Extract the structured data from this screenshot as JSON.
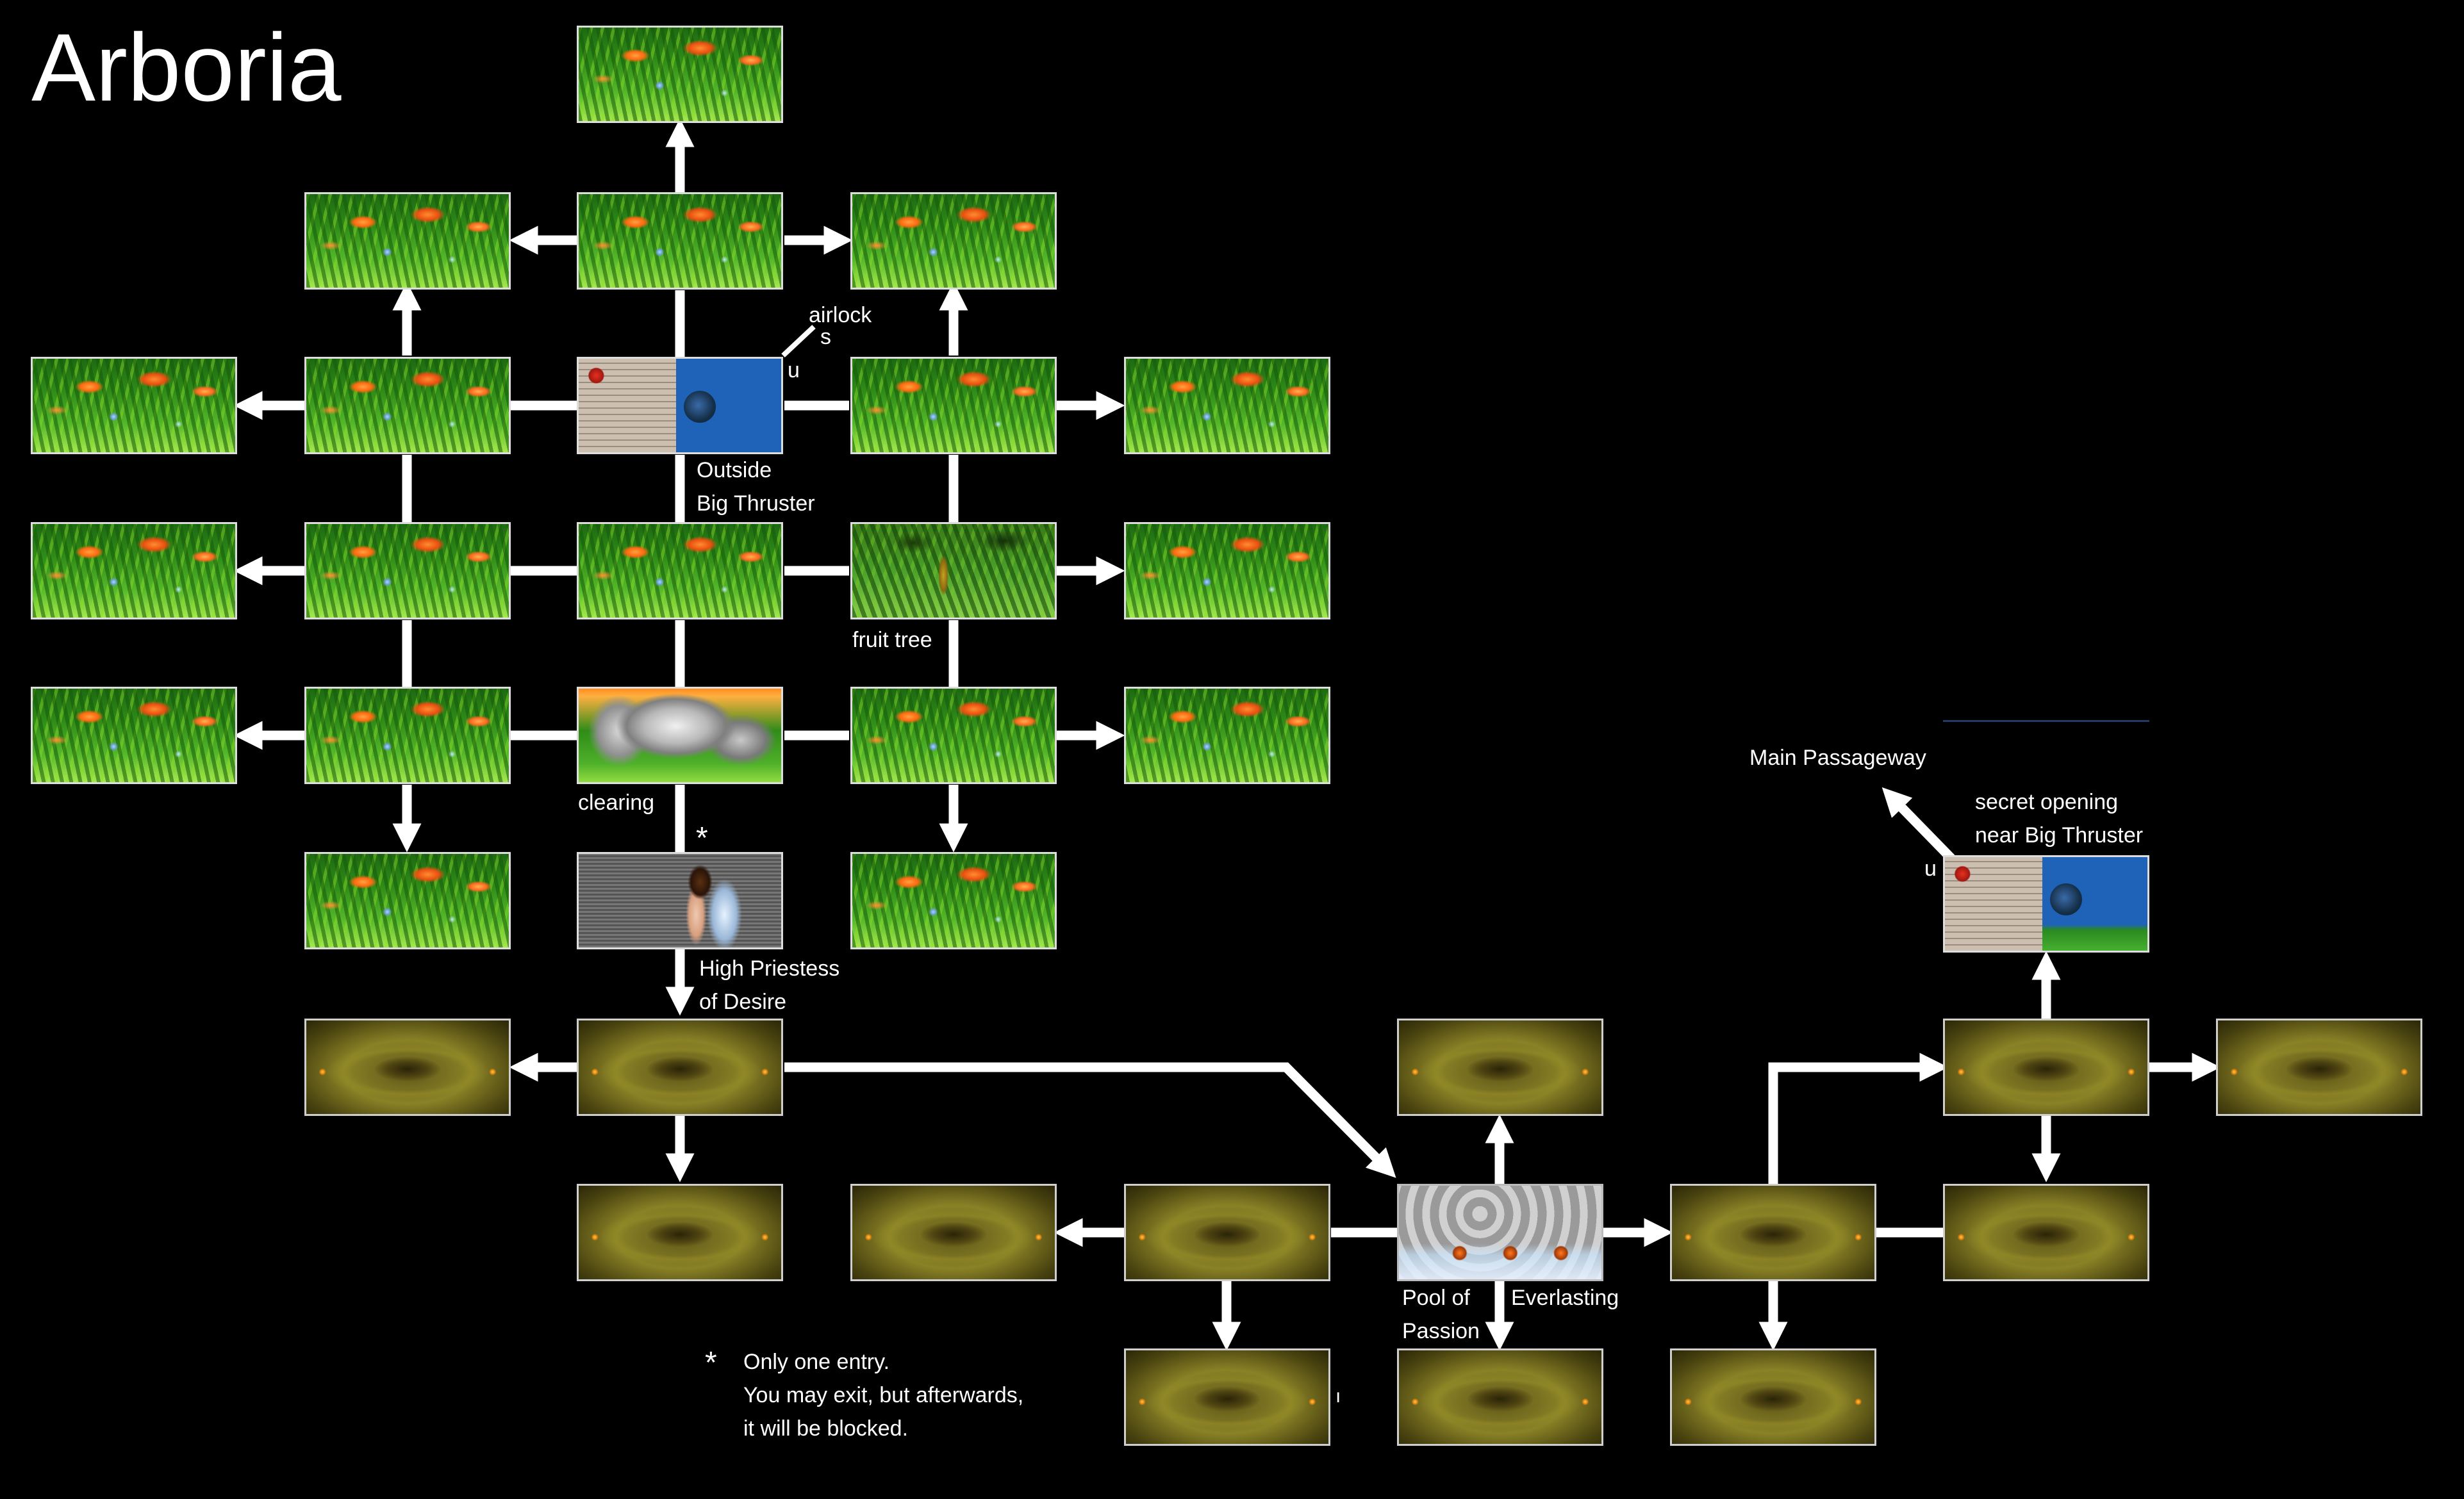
{
  "map": {
    "title": "Arboria",
    "labels": {
      "airlock_a": "airlock",
      "airlock_b": "s",
      "airlock_u": "u",
      "outside_a": "Outside",
      "outside_b": "Big Thruster",
      "fruit_tree": "fruit tree",
      "clearing": "clearing",
      "asterisk": "*",
      "priestess_a": "High Priestess",
      "priestess_b": "of Desire",
      "main_passageway": "Main Passageway",
      "secret_a": "secret opening",
      "secret_b": "near Big Thruster",
      "secret_u": "u",
      "pool_a": "Pool of",
      "pool_b": "Passion",
      "everlasting": "Everlasting",
      "stray_mark": "ı"
    },
    "note": {
      "star": "*",
      "line1": "Only one entry.",
      "line2": "You may exit, but afterwards,",
      "line3": "it will be blocked."
    },
    "rooms": [
      {
        "id": "j-top",
        "type": "jungle"
      },
      {
        "id": "j-r1c1",
        "type": "jungle"
      },
      {
        "id": "j-r1c2",
        "type": "jungle"
      },
      {
        "id": "j-r1c3",
        "type": "jungle"
      },
      {
        "id": "j-r2c0",
        "type": "jungle"
      },
      {
        "id": "j-r2c1",
        "type": "jungle"
      },
      {
        "id": "outside-big-thruster",
        "type": "thruster"
      },
      {
        "id": "j-r2c3",
        "type": "jungle"
      },
      {
        "id": "j-r2c4",
        "type": "jungle"
      },
      {
        "id": "j-r3c0",
        "type": "jungle"
      },
      {
        "id": "j-r3c1",
        "type": "jungle"
      },
      {
        "id": "j-r3c2",
        "type": "jungle"
      },
      {
        "id": "fruit-tree",
        "type": "fruit"
      },
      {
        "id": "j-r3c4",
        "type": "jungle"
      },
      {
        "id": "j-r4c0",
        "type": "jungle"
      },
      {
        "id": "j-r4c1",
        "type": "jungle"
      },
      {
        "id": "clearing",
        "type": "clearing"
      },
      {
        "id": "j-r4c3",
        "type": "jungle"
      },
      {
        "id": "j-r4c4",
        "type": "jungle"
      },
      {
        "id": "j-r5c1",
        "type": "jungle"
      },
      {
        "id": "high-priestess",
        "type": "priestess"
      },
      {
        "id": "j-r5c3",
        "type": "jungle"
      },
      {
        "id": "c-r6c1",
        "type": "cave"
      },
      {
        "id": "c-r6c2",
        "type": "cave"
      },
      {
        "id": "c-r6c5",
        "type": "cave"
      },
      {
        "id": "c-r6c7",
        "type": "cave"
      },
      {
        "id": "c-r6c8",
        "type": "cave"
      },
      {
        "id": "c-r7c2",
        "type": "cave"
      },
      {
        "id": "c-r7c3",
        "type": "cave"
      },
      {
        "id": "c-r7c4",
        "type": "cave"
      },
      {
        "id": "pool-of-passion",
        "type": "pool"
      },
      {
        "id": "c-r7c6",
        "type": "cave"
      },
      {
        "id": "c-r7c7",
        "type": "cave"
      },
      {
        "id": "c-r8c4",
        "type": "cave"
      },
      {
        "id": "c-r8c5",
        "type": "cave"
      },
      {
        "id": "c-r8c6",
        "type": "cave"
      },
      {
        "id": "secret-opening",
        "type": "thruster"
      }
    ],
    "connections": [
      {
        "from": "j-r1c2",
        "to": "j-top",
        "kind": "one-way"
      },
      {
        "from": "j-r1c2",
        "to": "j-r1c1",
        "kind": "one-way"
      },
      {
        "from": "j-r1c2",
        "to": "j-r1c3",
        "kind": "one-way"
      },
      {
        "from": "j-r2c1",
        "to": "j-r1c1",
        "kind": "one-way"
      },
      {
        "from": "j-r2c3",
        "to": "j-r1c3",
        "kind": "one-way"
      },
      {
        "from": "outside-big-thruster",
        "to": "j-r1c2",
        "kind": "two-way"
      },
      {
        "from": "j-r2c1",
        "to": "j-r2c0",
        "kind": "one-way"
      },
      {
        "from": "j-r2c3",
        "to": "j-r2c4",
        "kind": "one-way"
      },
      {
        "from": "outside-big-thruster",
        "to": "j-r2c1",
        "kind": "two-way"
      },
      {
        "from": "outside-big-thruster",
        "to": "j-r2c3",
        "kind": "two-way"
      },
      {
        "from": "j-r3c1",
        "to": "j-r3c0",
        "kind": "one-way"
      },
      {
        "from": "fruit-tree",
        "to": "j-r3c4",
        "kind": "one-way"
      },
      {
        "from": "j-r4c1",
        "to": "j-r4c0",
        "kind": "one-way"
      },
      {
        "from": "j-r4c3",
        "to": "j-r4c4",
        "kind": "one-way"
      },
      {
        "from": "j-r4c1",
        "to": "j-r5c1",
        "kind": "one-way"
      },
      {
        "from": "j-r4c3",
        "to": "j-r5c3",
        "kind": "one-way"
      },
      {
        "from": "high-priestess",
        "to": "c-r6c2",
        "kind": "one-way"
      },
      {
        "from": "c-r6c2",
        "to": "c-r6c1",
        "kind": "one-way"
      },
      {
        "from": "c-r6c2",
        "to": "c-r7c2",
        "kind": "one-way"
      },
      {
        "from": "c-r6c2",
        "to": "pool-of-passion",
        "kind": "one-way"
      },
      {
        "from": "pool-of-passion",
        "to": "c-r6c5",
        "kind": "one-way"
      },
      {
        "from": "pool-of-passion",
        "to": "c-r8c5",
        "kind": "one-way"
      },
      {
        "from": "pool-of-passion",
        "to": "c-r7c6",
        "kind": "one-way"
      },
      {
        "from": "c-r7c4",
        "to": "c-r7c3",
        "kind": "one-way"
      },
      {
        "from": "c-r7c4",
        "to": "c-r8c4",
        "kind": "one-way"
      },
      {
        "from": "c-r7c6",
        "to": "c-r8c6",
        "kind": "one-way"
      },
      {
        "from": "c-r7c6",
        "to": "c-r6c7",
        "kind": "one-way"
      },
      {
        "from": "c-r6c7",
        "to": "c-r6c8",
        "kind": "one-way"
      },
      {
        "from": "c-r6c7",
        "to": "c-r7c7",
        "kind": "one-way"
      },
      {
        "from": "c-r6c7",
        "to": "secret-opening",
        "kind": "one-way"
      },
      {
        "from": "secret-opening",
        "to": "main-passageway",
        "kind": "one-way"
      }
    ]
  }
}
